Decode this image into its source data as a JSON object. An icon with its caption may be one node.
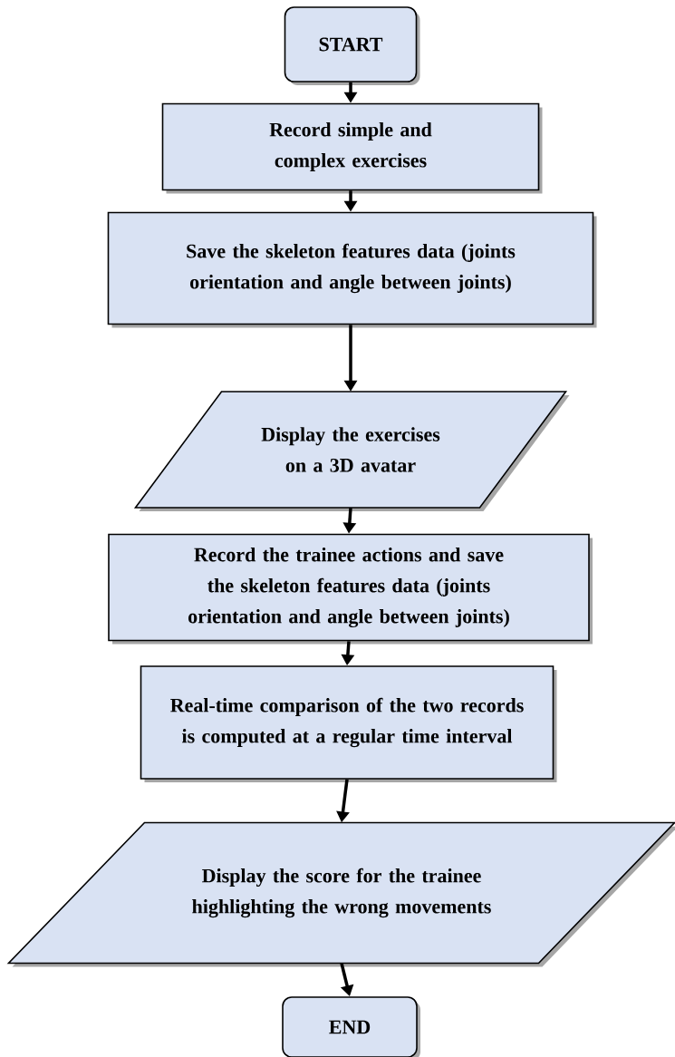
{
  "diagram": {
    "nodes": [
      {
        "text": [
          "START"
        ]
      },
      {
        "text": [
          "Record simple and complex exercises"
        ]
      },
      {
        "text": [
          "Save the skeleton features data (joints orientation and angle between joints)"
        ]
      },
      {
        "text": [
          "Display the exercises on a 3D avatar"
        ]
      },
      {
        "text": [
          "Record the trainee actions and save the skeleton features data (joints orientation and angle between joints)"
        ]
      },
      {
        "text": [
          "Real-time comparison of the two records is computed at a regular time interval"
        ]
      },
      {
        "text": [
          "Display the score for the trainee highlighting the wrong movements"
        ]
      },
      {
        "text": [
          "END"
        ]
      }
    ],
    "edges": [
      {
        "from": 0,
        "to": 1,
        "arrow": "to"
      },
      {
        "from": 1,
        "to": 2,
        "arrow": "to"
      },
      {
        "from": 2,
        "to": 3,
        "arrow": "to"
      },
      {
        "from": 3,
        "to": 4,
        "arrow": "to"
      },
      {
        "from": 4,
        "to": 5,
        "arrow": "to"
      },
      {
        "from": 5,
        "to": 6,
        "arrow": "to"
      },
      {
        "from": 6,
        "to": 7,
        "arrow": "to"
      }
    ]
  }
}
